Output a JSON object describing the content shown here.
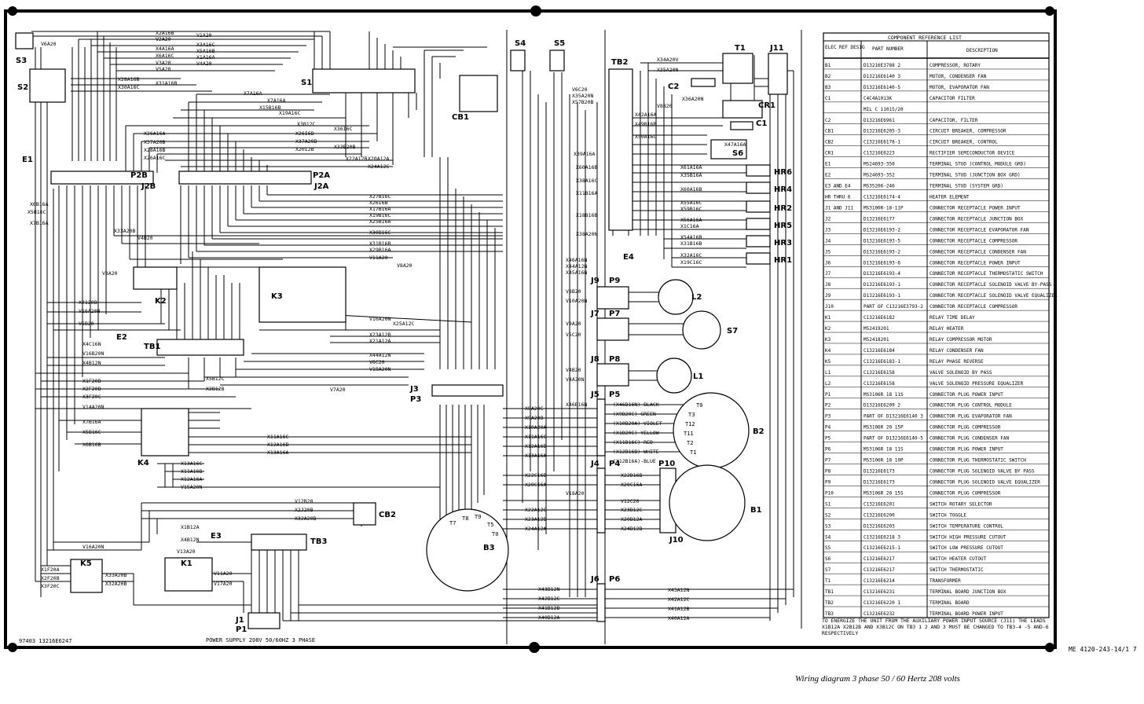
{
  "sheet": {
    "figure_id": "ME 4120-243-14/1 7",
    "caption": "Wiring diagram 3 phase 50 / 60 Hertz 208 volts",
    "drawing_number": "97403 13216E6247",
    "power_supply": "POWER SUPPLY 208V 50/60HZ 3 PHASE",
    "note": "TO ENERGIZE THE UNIT FROM THE AUXILIARY POWER INPUT SOURCE (J11) THE LEADS X1B12A X2B12B AND X3B12C ON TB3 1 2 AND 3 MUST BE CHANGED TO TB3-4 -5 AND-6 RESPECTIVELY"
  },
  "components": {
    "s3": "S3",
    "s2": "S2",
    "s1": "S1",
    "e1": "E1",
    "p2b": "P2B",
    "j2b": "J2B",
    "p2a": "P2A",
    "j2a": "J2A",
    "k2": "K2",
    "k3": "K3",
    "e2": "E2",
    "tb1": "TB1",
    "k4": "K4",
    "k5": "K5",
    "k1": "K1",
    "e3": "E3",
    "tb3": "TB3",
    "j1": "J1",
    "p1": "P1",
    "s4": "S4",
    "s5": "S5",
    "cb1": "CB1",
    "cb2": "CB2",
    "j3": "J3",
    "p3": "P3",
    "b3": "B3",
    "tb2": "TB2",
    "t1": "T1",
    "j11": "J11",
    "c2": "C2",
    "cr1": "CR1",
    "c1": "C1",
    "s6": "S6",
    "hr6": "HR6",
    "hr4": "HR4",
    "hr2": "HR2",
    "hr5": "HR5",
    "hr3": "HR3",
    "hr1": "HR1",
    "e4": "E4",
    "j9": "J9",
    "p9": "P9",
    "l2": "L2",
    "j7": "J7",
    "p7": "P7",
    "s7": "S7",
    "j8": "J8",
    "p8": "P8",
    "l1": "L1",
    "j5": "J5",
    "p5": "P5",
    "b2": "B2",
    "j4": "J4",
    "p4": "P4",
    "p10": "P10",
    "j10": "J10",
    "b1": "B1",
    "j6": "J6",
    "p6": "P6"
  },
  "wires": {
    "w1": "V6A20",
    "w2": "X2A16B",
    "w3": "V1A20",
    "w4": "V2A20",
    "w5": "X3A16C",
    "w6": "X4A16A",
    "w7": "X5A16B",
    "w8": "X6A16C",
    "w9": "X1A16A",
    "w10": "V3A20",
    "w11": "V4A20",
    "w12": "V5A20",
    "w13": "X28A16B",
    "w14": "X30A16C",
    "w15": "X31A16B",
    "w16": "X7A16A",
    "w17": "X7A16A",
    "w18": "X15B16B",
    "w19": "X19A16C",
    "w20": "X3B12C",
    "w21": "X36I6C",
    "w22": "X26I6B",
    "w23": "X37A20B",
    "w24": "X20I2B",
    "w25": "X33B20B",
    "w26": "X22A12B",
    "w27": "X24A12C",
    "w28": "X20A12A",
    "w29": "X26A16A",
    "w30": "X37A20B",
    "w31": "X28A16B",
    "w32": "X26A16C",
    "w33": "X6B16A",
    "w34": "X5B16C",
    "w35": "X7B16A",
    "w36": "X33A20B",
    "w37": "V4B20",
    "w38": "V3A20",
    "w39": "X2120B",
    "w40": "V16A20N",
    "w41": "V5B20",
    "w42": "X4C16N",
    "w43": "V16B20N",
    "w44": "X4B12N",
    "w45": "X1F20B",
    "w46": "X2F20B",
    "w47": "X3F20C",
    "w48": "V14A20N",
    "w49": "X7B16A",
    "w50": "X5B16C",
    "w51": "X6B16B",
    "w52": "X1F20A",
    "w53": "X2F20B",
    "w54": "X3F20C",
    "w55": "X33A20B",
    "w56": "X32A20B",
    "w57": "V16A20N",
    "w58": "X1B12A",
    "w59": "X4B12N",
    "w60": "V13A20",
    "w61": "V11A20",
    "w62": "V17A20",
    "w63": "V12B20",
    "w64": "X2J20B",
    "w65": "X32A20B",
    "w66": "X27B16C",
    "w67": "X26I6B",
    "w68": "X17B16A",
    "w69": "X19B16C",
    "w70": "X25B16A",
    "w71": "X30B16C",
    "w72": "X31B16B",
    "w73": "X29B16A",
    "w74": "V11A20",
    "w75": "V8A20",
    "w76": "V10A20N",
    "w77": "X25A12C",
    "w78": "X23A12B",
    "w79": "X21A12A",
    "w80": "X44A12N",
    "w81": "V6C20",
    "w82": "V18A20N",
    "w83": "V7A20",
    "w84": "X5B12C",
    "w85": "X2B12B",
    "w86": "X11A16C",
    "w87": "X12A16B",
    "w88": "X13A16A",
    "w89": "X13A16C",
    "w90": "X11A16B",
    "w91": "X12A16A",
    "w92": "V15A20N",
    "w93": "X8A20C",
    "w94": "X9A20B",
    "w95": "X10A20A",
    "w96": "X11A16C",
    "w97": "X12A16B",
    "w98": "X13A16A",
    "w99": "X22C16B",
    "w100": "X20C16A",
    "w101": "V18A20",
    "w102": "X22A12C",
    "w103": "X23A12B",
    "w104": "X24A12A",
    "w105": "X43B12N",
    "w106": "X42B12C",
    "w107": "X41B12B",
    "w108": "X40B12A",
    "w109": "V6C20",
    "w110": "X35A20N",
    "w111": "X57B20B",
    "w112": "X39A16A",
    "w113": "X60A16B",
    "w114": "X38A16C",
    "w115": "X11B16A",
    "w116": "X18B16B",
    "w117": "X38A20N",
    "w118": "X46A16N",
    "w119": "X44A12N",
    "w120": "X45A16N",
    "w121": "V8B20",
    "w122": "V10A20N",
    "w123": "V9A20",
    "w124": "V5C20",
    "w125": "V4B20",
    "w126": "V4A20N",
    "w127": "X46B16N",
    "w128": "X34A20V",
    "w129": "X35A20N",
    "w130": "X36A20N",
    "w131": "V8B20",
    "w132": "X42A16A",
    "w133": "X49B16B",
    "w134": "X50A16C",
    "w135": "X61A16A",
    "w136": "X35B16A",
    "w137": "X60A16B",
    "w138": "X55A16C",
    "w139": "X59B16C",
    "w140": "X56A16A",
    "w141": "X1C16A",
    "w142": "X54A16B",
    "w143": "X31B16B",
    "w144": "X32A16C",
    "w145": "X19C16C",
    "w146": "X43A12N",
    "w147": "X42A12C",
    "w148": "X41A12B",
    "w149": "X40A12A",
    "w150": "V12C20",
    "w151": "X23B12C",
    "w152": "X20B12A",
    "w153": "X24B12B",
    "w154": "X22D16B",
    "w155": "X20C16A",
    "w156": "(X46B16N)-BLACK",
    "w157": "(X9B20C)-GREEN",
    "w158": "(X10B20A)-VIOLET",
    "w159": "(X1B20C)-YELLOW",
    "w160": "(X11B16C)-RED",
    "w161": "(X12B16B)-WHITE",
    "w162": "(X12B16A)-BLUE",
    "w163": "X47A16A"
  },
  "terminals": {
    "t1": "T0",
    "t2": "T3",
    "t3": "T12",
    "t4": "T11",
    "t5": "T2",
    "t6": "T1",
    "t7": "T7",
    "t8": "T8",
    "t9": "T9",
    "t10": "T5",
    "t11": "T0"
  },
  "reference_list": {
    "title": "COMPONENT REFERENCE LIST",
    "col_headers": [
      "ELEC REF DESIG",
      "PART NUMBER",
      "DESCRIPTION"
    ],
    "rows": [
      [
        "B1",
        "D13216E3788 2",
        "COMPRESSOR, ROTARY"
      ],
      [
        "B2",
        "D13216E6140 3",
        "MOTOR, CONDENSER FAN"
      ],
      [
        "B3",
        "D13216E6140-5",
        "MOTOR, EVAPORATOR FAN"
      ],
      [
        "C1",
        "C4C4A1013K",
        "CAPACITOR FILTER"
      ],
      [
        "",
        "MIL C 11015/20",
        ""
      ],
      [
        "C2",
        "D13216E6961",
        "CAPACITOR, FILTER"
      ],
      [
        "CB1",
        "D13216E6205-3",
        "CIRCUIT BREAKER, COMPRESSOR"
      ],
      [
        "CB2",
        "C13216E6178-1",
        "CIRCUIT BREAKER, CONTROL"
      ],
      [
        "CR1",
        "C13216E6223",
        "RECTIFIER SEMICONDUCTOR DEVICE"
      ],
      [
        "E1",
        "MS24693-350",
        "TERMINAL STUD (CONTROL MODULE GRD)"
      ],
      [
        "E2",
        "MS24693-352",
        "TERMINAL STUD (JUNCTION BOX GRD)"
      ],
      [
        "E3 AND E4",
        "MS35206-246",
        "TERMINAL STUD (SYSTEM GRD)"
      ],
      [
        "HR THRU 6",
        "C13216E6174-4",
        "HEATER ELEMENT"
      ],
      [
        "J1 AND J11",
        "MS3100R-18-11P",
        "CONNECTOR RECEPTACLE POWER INPUT"
      ],
      [
        "J2",
        "D13216E6177",
        "CONNECTOR RECEPTACLE JUNCTION BOX"
      ],
      [
        "J3",
        "D13216E6193-2",
        "CONNECTOR RECEPTACLE EVAPORATOR FAN"
      ],
      [
        "J4",
        "D13216E6193-5",
        "CONNECTOR RECEPTACLE COMPRESSOR"
      ],
      [
        "J5",
        "D13216E6193-2",
        "CONNECTOR RECEPTACLE CONDENSER FAN"
      ],
      [
        "J6",
        "D13216E6193-6",
        "CONNECTOR RECEPTACLE POWER INPUT"
      ],
      [
        "J7",
        "D13216E6193-4",
        "CONNECTOR RECEPTACLE THERMOSTATIC SWITCH"
      ],
      [
        "J8",
        "D13216E6193-1",
        "CONNECTOR RECEPTACLE SOLENOID VALVE BY-PASS"
      ],
      [
        "J9",
        "D13216E6193-1",
        "CONNECTOR RECEPTACLE SOLENOID VALVE EQUALIZER"
      ],
      [
        "J10",
        "PART OF C13216E3793-2",
        "CONNECTOR RECEPTACLE COMPRESSOR"
      ],
      [
        "K1",
        "C13216E6182",
        "RELAY TIME DELAY"
      ],
      [
        "K2",
        "M52419201",
        "RELAY HEATER"
      ],
      [
        "K3",
        "M52418201",
        "RELAY COMPRESSOR MOTOR"
      ],
      [
        "K4",
        "C13216E6184",
        "RELAY CONDENSER FAN"
      ],
      [
        "K5",
        "C13216E6183-1",
        "RELAY PHASE REVERSE"
      ],
      [
        "L1",
        "C13216E6158",
        "VALVE SOLENOID BY PASS"
      ],
      [
        "L2",
        "C13216E6158",
        "VALVE SOLENOID PRESSURE EQUALIZER"
      ],
      [
        "P1",
        "MS3106R 18 11S",
        "CONNECTOR PLUG POWER INPUT"
      ],
      [
        "P2",
        "D13216E6209 2",
        "CONNECTOR PLUG CONTROL MODULE"
      ],
      [
        "P3",
        "PART OF D13216E6140 3",
        "CONNECTOR PLUG EVAPORATOR FAN"
      ],
      [
        "P4",
        "MS3106R 20 15P",
        "CONNECTOR PLUG COMPRESSOR"
      ],
      [
        "P5",
        "PART OF D13216E6140-5",
        "CONNECTOR PLUG CONDENSER FAN"
      ],
      [
        "P6",
        "MS3106R 18 11S",
        "CONNECTOR PLUG POWER INPUT"
      ],
      [
        "P7",
        "MS3106R 18 10P",
        "CONNECTOR PLUG THERMOSTATIC SWITCH"
      ],
      [
        "P8",
        "D13216E6173",
        "CONNECTOR PLUG SOLENOID VALVE BY PASS"
      ],
      [
        "P9",
        "D13216E6173",
        "CONNECTOR PLUG SOLENOID VALVE EQUALIZER"
      ],
      [
        "P10",
        "MS3106R 20 15S",
        "CONNECTOR PLUG COMPRESSOR"
      ],
      [
        "S1",
        "C13216E6201",
        "SWITCH ROTARY SELECTOR"
      ],
      [
        "S2",
        "C13216E6200",
        "SWITCH TOGGLE"
      ],
      [
        "S3",
        "D13216E6203",
        "SWITCH TEMPERATURE CONTROL"
      ],
      [
        "S4",
        "C13216E6218 3",
        "SWITCH HIGH PRESSURE CUTOUT"
      ],
      [
        "S5",
        "C13216E6215-1",
        "SWITCH LOW PRESSURE CUTOUT"
      ],
      [
        "S6",
        "C13216E6217",
        "SWITCH HEATER CUTOUT"
      ],
      [
        "S7",
        "C13216E6217",
        "SWITCH THERMOSTATIC"
      ],
      [
        "T1",
        "C13216E6214",
        "TRANSFORMER"
      ],
      [
        "TB1",
        "C13216E6231",
        "TERMINAL BOARD JUNCTION BOX"
      ],
      [
        "TB2",
        "C13216E6220 1",
        "TERMINAL BOARD"
      ],
      [
        "TB3",
        "C13216E6232",
        "TERMINAL BOARD POWER INPUT"
      ]
    ]
  }
}
